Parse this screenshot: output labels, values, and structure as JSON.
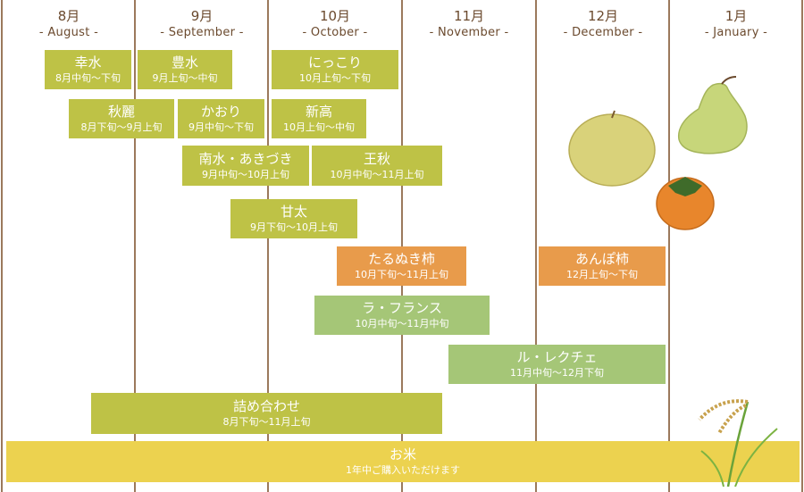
{
  "months": [
    {
      "jp": "8月",
      "en": "- August -"
    },
    {
      "jp": "9月",
      "en": "- September -"
    },
    {
      "jp": "10月",
      "en": "- October -"
    },
    {
      "jp": "11月",
      "en": "- November -"
    },
    {
      "jp": "12月",
      "en": "- December -"
    },
    {
      "jp": "1月",
      "en": "- January -"
    }
  ],
  "items": [
    {
      "name": "幸水",
      "period": "8月中旬〜下旬"
    },
    {
      "name": "豊水",
      "period": "9月上旬〜中旬"
    },
    {
      "name": "にっこり",
      "period": "10月上旬〜下旬"
    },
    {
      "name": "秋麗",
      "period": "8月下旬〜9月上旬"
    },
    {
      "name": "かおり",
      "period": "9月中旬〜下旬"
    },
    {
      "name": "新高",
      "period": "10月上旬〜中旬"
    },
    {
      "name": "南水・あきづき",
      "period": "9月中旬〜10月上旬"
    },
    {
      "name": "王秋",
      "period": "10月中旬〜11月上旬"
    },
    {
      "name": "甘太",
      "period": "9月下旬〜10月上旬"
    },
    {
      "name": "たるぬき柿",
      "period": "10月下旬〜11月上旬"
    },
    {
      "name": "あんぽ柿",
      "period": "12月上旬〜下旬"
    },
    {
      "name": "ラ・フランス",
      "period": "10月中旬〜11月中旬"
    },
    {
      "name": "ル・レクチェ",
      "period": "11月中旬〜12月下旬"
    },
    {
      "name": "詰め合わせ",
      "period": "8月下旬〜11月上旬"
    },
    {
      "name": "お米",
      "period": "1年中ご購入いただけます"
    }
  ],
  "colors": {
    "pear": "#bec246",
    "persimmon": "#e89b4b",
    "western_pear": "#a5c677",
    "rice": "#ecd24f",
    "lines": "#8a6240"
  }
}
